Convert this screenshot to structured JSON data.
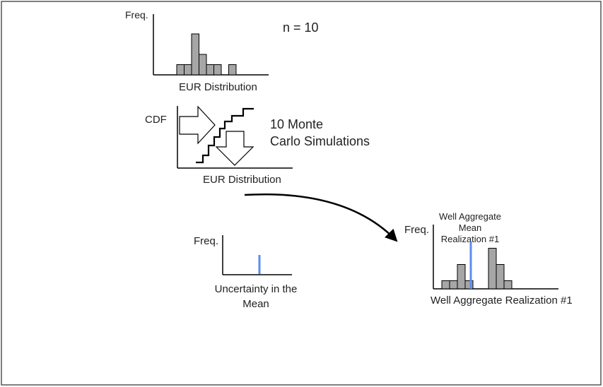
{
  "sample_size_label": "n = 10",
  "histogram_top": {
    "y_label": "Freq.",
    "x_label": "EUR Distribution",
    "bar_heights": [
      1,
      1,
      4,
      2,
      1,
      1,
      0,
      1
    ]
  },
  "cdf_panel": {
    "y_label": "CDF",
    "x_label": "EUR Distribution",
    "note_line1": "10 Monte",
    "note_line2": "Carlo Simulations"
  },
  "uncertainty_panel": {
    "y_label": "Freq.",
    "caption_line1": "Uncertainty in the",
    "caption_line2": "Mean",
    "mean_line_color": "#5b8def"
  },
  "aggregate_panel": {
    "y_label": "Freq.",
    "x_label": "Well Aggregate Realization #1",
    "mean_label_line1": "Well Aggregate",
    "mean_label_line2": "Mean",
    "mean_label_line3": "Realization #1",
    "bar_heights": [
      1,
      1,
      3,
      1,
      0,
      0,
      5,
      3,
      1
    ],
    "mean_line_color": "#5b8def"
  },
  "colors": {
    "bar_fill": "#a6a6a6",
    "axis": "#000000",
    "arrow": "#000000"
  }
}
